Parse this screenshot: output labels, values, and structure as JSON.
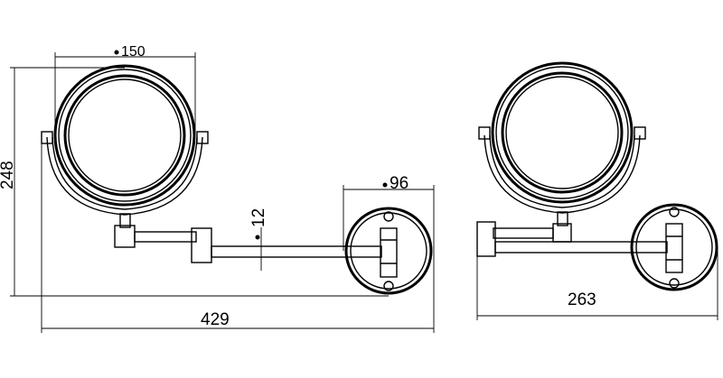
{
  "dimensions": {
    "mirror_diameter": "150",
    "base_diameter": "96",
    "arm_thickness": "12",
    "height": "248",
    "extended_length": "429",
    "folded_length": "263"
  },
  "symbols": {
    "diameter": "diameter-symbol"
  },
  "colors": {
    "line": "#000000",
    "background": "#ffffff"
  }
}
